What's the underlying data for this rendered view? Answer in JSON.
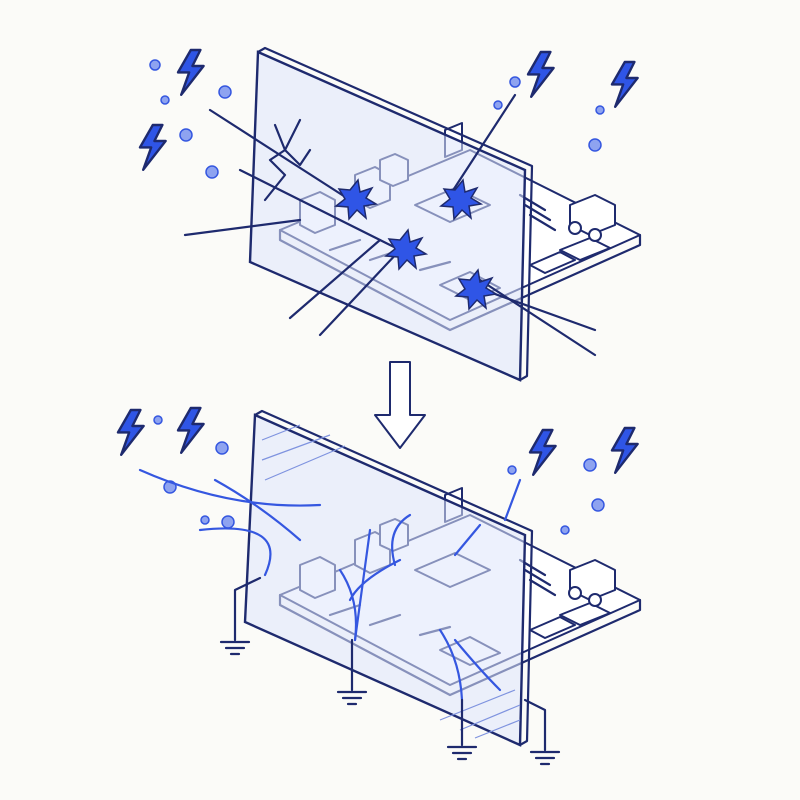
{
  "diagram": {
    "panels": [
      {
        "id": "unshielded",
        "state": "interference-penetrates"
      },
      {
        "id": "shielded",
        "state": "interference-grounded"
      }
    ],
    "icons": [
      "lightning-bolt-icon",
      "particle-icon",
      "impact-burst-icon",
      "ground-symbol-icon",
      "down-arrow-icon",
      "circuit-board-icon"
    ]
  },
  "colors": {
    "outline": "#1e2a6e",
    "accent": "#2f55e6",
    "glass": "#dfe6fb",
    "background": "#fbfbf8"
  }
}
